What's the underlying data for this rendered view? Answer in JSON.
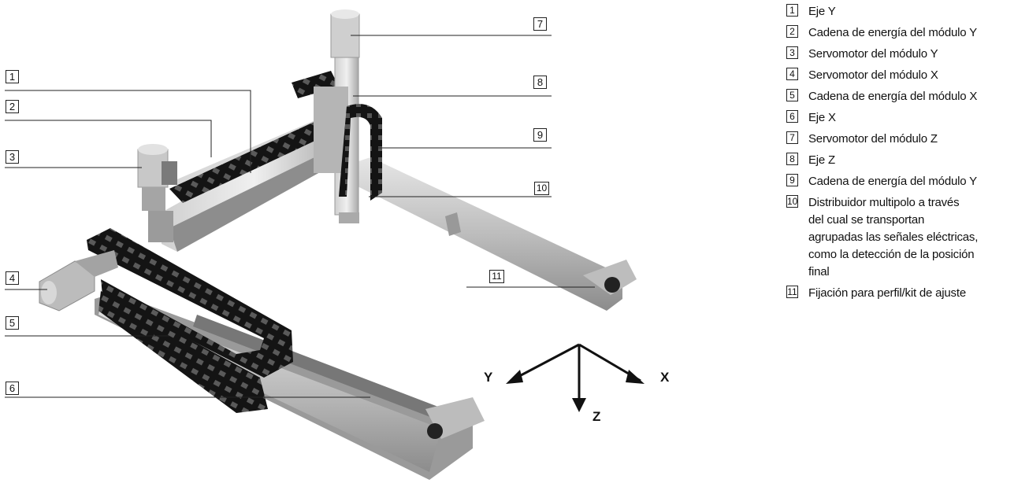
{
  "callouts": [
    "1",
    "2",
    "3",
    "4",
    "5",
    "6",
    "7",
    "8",
    "9",
    "10",
    "11"
  ],
  "legend": [
    {
      "num": "1",
      "text": "Eje Y"
    },
    {
      "num": "2",
      "text": "Cadena de energía del módulo Y"
    },
    {
      "num": "3",
      "text": "Servomotor del módulo Y"
    },
    {
      "num": "4",
      "text": "Servomotor del módulo X"
    },
    {
      "num": "5",
      "text": "Cadena de energía del módulo X"
    },
    {
      "num": "6",
      "text": "Eje X"
    },
    {
      "num": "7",
      "text": "Servomotor del módulo Z"
    },
    {
      "num": "8",
      "text": "Eje Z"
    },
    {
      "num": "9",
      "text": "Cadena de energía del módulo Y"
    },
    {
      "num": "10",
      "text": "Distribuidor multipolo a través\ndel cual se transportan\nagrupadas las señales eléctricas,\ncomo la detección de la posición\nfinal"
    },
    {
      "num": "11",
      "text": "Fijación para perfil/kit de ajuste"
    }
  ],
  "axes": {
    "y": "Y",
    "x": "X",
    "z": "Z"
  }
}
